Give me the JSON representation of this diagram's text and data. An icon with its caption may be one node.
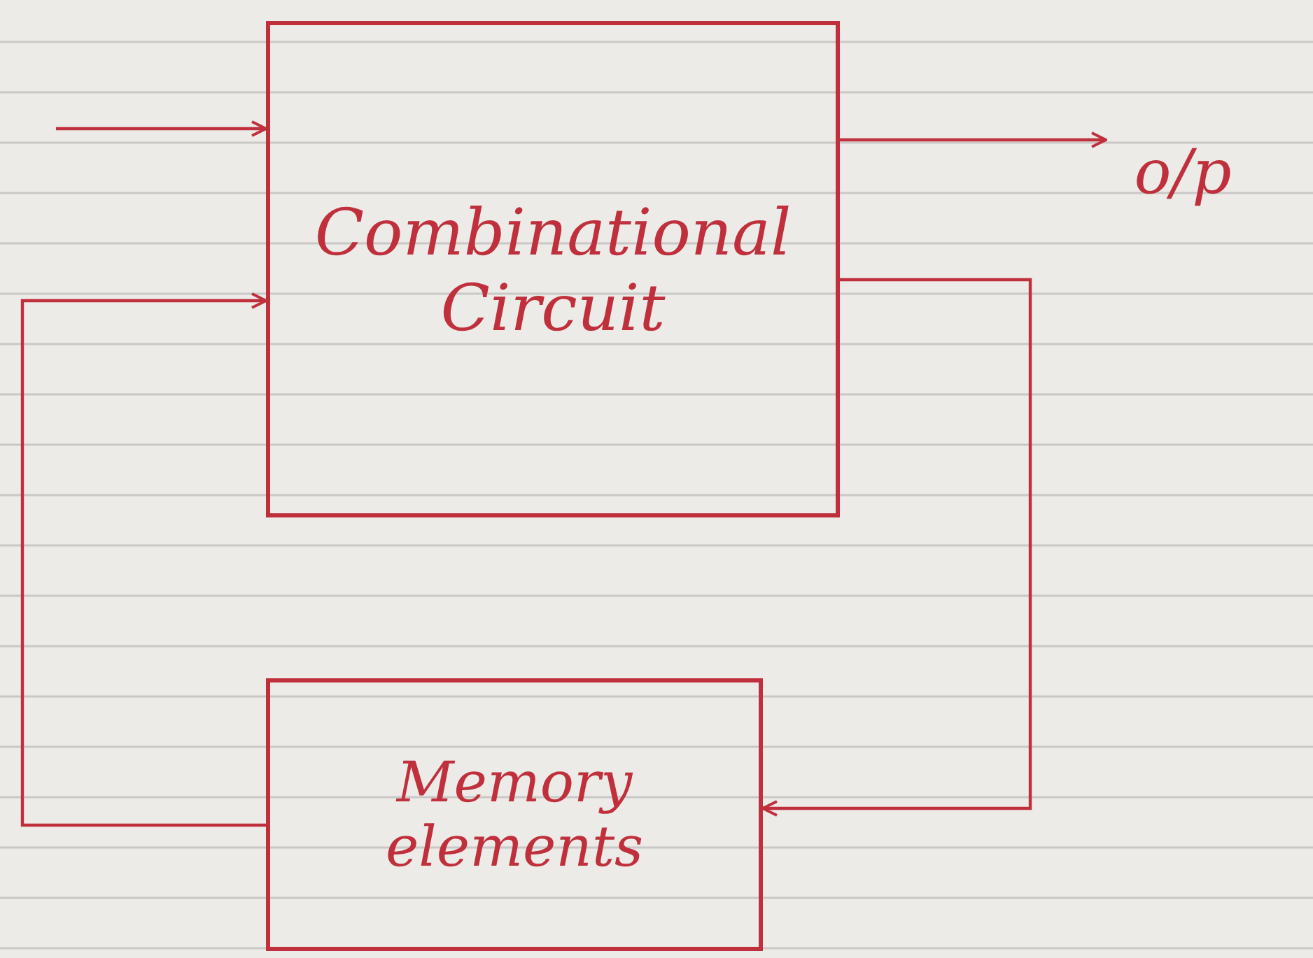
{
  "diagram": {
    "nodes": [
      {
        "text": [
          "Combinational Circuit"
        ]
      },
      {
        "text": [
          "Memory elements"
        ]
      },
      {
        "text": [
          "o/p"
        ]
      }
    ],
    "edges": [
      {
        "from": null,
        "to": 0,
        "arrow": "to"
      },
      {
        "from": 0,
        "to": 2,
        "arrow": "to"
      },
      {
        "from": 0,
        "to": 1,
        "arrow": "to"
      },
      {
        "from": 1,
        "to": 0,
        "arrow": "to"
      }
    ]
  }
}
